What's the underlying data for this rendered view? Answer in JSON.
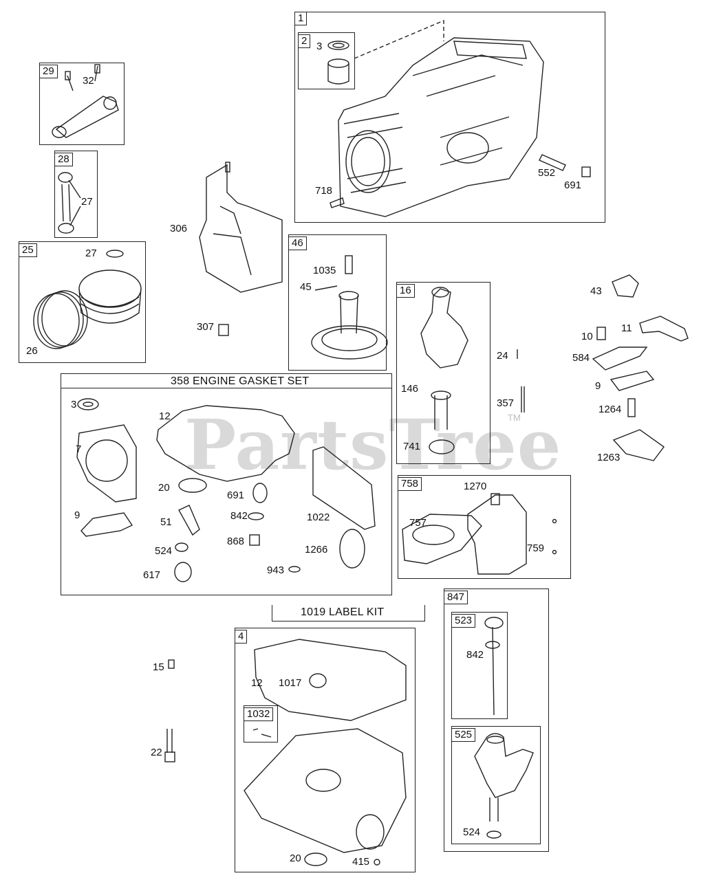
{
  "watermark": "PartsTree",
  "trademark": "TM",
  "titles": {
    "gasket_set": "358 ENGINE GASKET SET",
    "label_kit": "1019 LABEL KIT"
  },
  "groups": {
    "g1": "1",
    "g2": "2",
    "g29": "29",
    "g28": "28",
    "g25": "25",
    "g46": "46",
    "g16": "16",
    "g758": "758",
    "g4": "4",
    "g1032": "1032",
    "g847": "847",
    "g523": "523",
    "g525": "525"
  },
  "parts": {
    "p3a": "3",
    "p718": "718",
    "p552": "552",
    "p691a": "691",
    "p32": "32",
    "p27a": "27",
    "p27b": "27",
    "p26": "26",
    "p306": "306",
    "p307": "307",
    "p1035": "1035",
    "p45": "45",
    "p146": "146",
    "p741": "741",
    "p24": "24",
    "p357": "357",
    "p43": "43",
    "p10": "10",
    "p11": "11",
    "p584": "584",
    "p9a": "9",
    "p1264": "1264",
    "p1263": "1263",
    "p3b": "3",
    "p7": "7",
    "p12a": "12",
    "p20a": "20",
    "p691b": "691",
    "p842a": "842",
    "p1022": "1022",
    "p9b": "9",
    "p51": "51",
    "p868": "868",
    "p1266": "1266",
    "p524a": "524",
    "p617": "617",
    "p943": "943",
    "p1270": "1270",
    "p757": "757",
    "p759": "759",
    "p15": "15",
    "p22": "22",
    "p12b": "12",
    "p1017": "1017",
    "p20b": "20",
    "p415": "415",
    "p842b": "842",
    "p524b": "524"
  }
}
